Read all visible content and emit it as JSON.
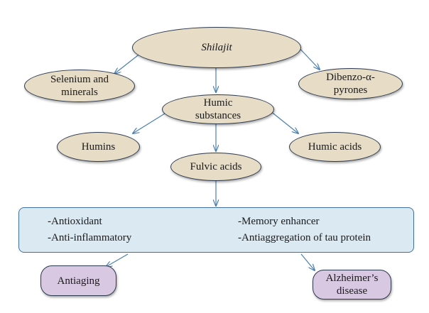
{
  "nodes": {
    "shilajit": "Shilajit",
    "selenium": "Selenium and minerals",
    "dibenzo": "Dibenzo-α-pyrones",
    "humic_substances": "Humic substances",
    "humins": "Humins",
    "humic_acids": "Humic acids",
    "fulvic_acids": "Fulvic acids"
  },
  "effects": {
    "left": [
      "-Antioxidant",
      "-Anti-inflammatory"
    ],
    "right": [
      "-Memory enhancer",
      "-Antiaggregation of tau protein"
    ]
  },
  "outcomes": {
    "antiaging": "Antiaging",
    "alzheimers": "Alzheimer’s disease"
  },
  "colors": {
    "ellipse_fill": "#e7dcc6",
    "outcome_fill": "#d8c8e2",
    "effects_fill": "#dbe9f3",
    "arrow": "#4a7fb0",
    "border": "#2d3a4e"
  }
}
